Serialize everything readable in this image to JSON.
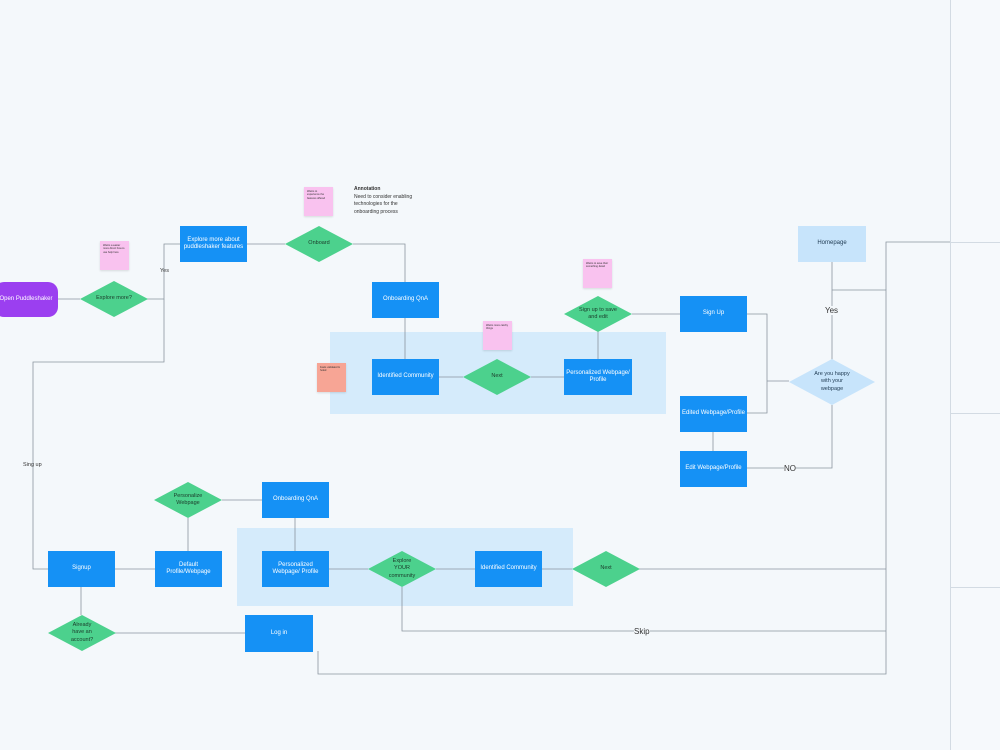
{
  "nodes": {
    "open": "Open Puddleshaker",
    "explore_more": "Explore more?",
    "explore_features": "Explore more about puddleshaker features",
    "onboard": "Onboard",
    "onboarding_qna_top": "Onboarding QnA",
    "identified_community_top": "Identified Community",
    "next_top": "Next",
    "personalized_profile_top": "Personalized Webpage/ Profile",
    "signup_save_edit": "Sign up to save and edit",
    "sign_up": "Sign Up",
    "homepage": "Homepage",
    "happy": "Are you happy with your webpage",
    "edited_profile": "Edited Webpage/Profile",
    "edit_profile": "Edit Webpage/Profile",
    "personalize_webpage": "Personalize Webpage",
    "onboarding_qna_bottom": "Onboarding QnA",
    "signup": "Signup",
    "default_profile": "Default Profile/Webpage",
    "personalized_profile_bottom": "Personalized Webpage/ Profile",
    "explore_your_community": "Explore YOUR community",
    "identified_community_bottom": "Identified Community",
    "next_bottom": "Next",
    "already_account": "Already have an account?",
    "login": "Log in"
  },
  "edge_labels": {
    "yes_left": "Yes",
    "sing_up": "Sing up",
    "yes_right": "Yes",
    "no": "NO",
    "skip": "Skip"
  },
  "annotation": {
    "heading": "Annotation",
    "body": "Need to consider enabling technologies for the onboarding process"
  },
  "stickies": {
    "s1": "Wants a easier more direct how-to use help here",
    "s2": "Wants to experience the features offered",
    "s3": "Wants to save their something detail",
    "s4": "Wants more catchy things",
    "s5": "Feels validated & holed"
  },
  "colors": {
    "process": "#1591f5",
    "decision": "#4cd18d",
    "start": "#9b3ff0",
    "homepage": "#c7e4fb",
    "region": "#d5ebfb",
    "sticky_pink": "#f9c2ef",
    "sticky_salmon": "#f7a595"
  }
}
